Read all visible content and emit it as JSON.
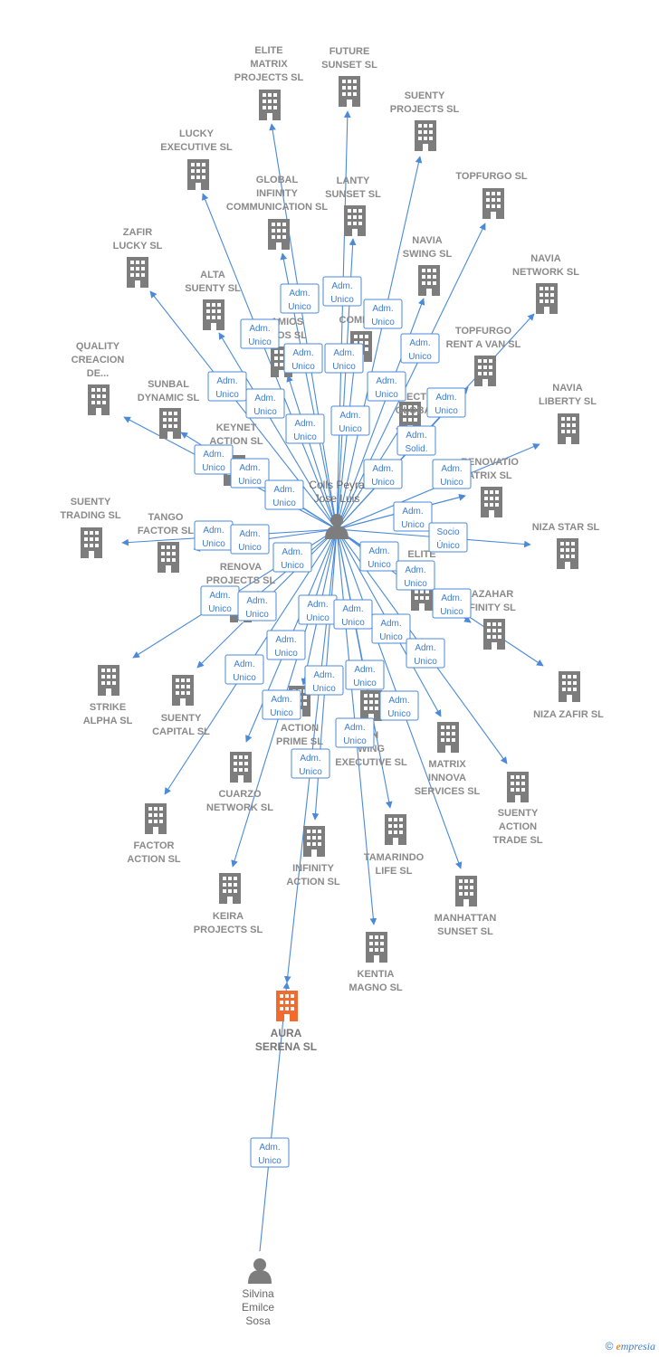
{
  "colors": {
    "building": "#7d7d7d",
    "highlight": "#f26a2e",
    "edge": "#4a8ad8",
    "badge_text": "#3b7dd1"
  },
  "people": [
    {
      "id": "colls",
      "label": [
        "Colls Peyra",
        "Jose Luis"
      ]
    },
    {
      "id": "silvina",
      "label": [
        "Silvina",
        "Emilce",
        "Sosa"
      ]
    }
  ],
  "companies": [
    {
      "id": "elite_matrix",
      "label": [
        "ELITE",
        "MATRIX",
        "PROJECTS SL"
      ]
    },
    {
      "id": "future_sunset",
      "label": [
        "FUTURE",
        "SUNSET SL"
      ]
    },
    {
      "id": "suenty_projects",
      "label": [
        "SUENTY",
        "PROJECTS SL"
      ]
    },
    {
      "id": "lucky_exec",
      "label": [
        "LUCKY",
        "EXECUTIVE SL"
      ]
    },
    {
      "id": "global_inf",
      "label": [
        "GLOBAL",
        "INFINITY",
        "COMMUNICATION SL"
      ]
    },
    {
      "id": "lanty",
      "label": [
        "LANTY",
        "SUNSET SL"
      ]
    },
    {
      "id": "topfurgo",
      "label": [
        "TOPFURGO SL"
      ]
    },
    {
      "id": "zafir_lucky",
      "label": [
        "ZAFIR",
        "LUCKY SL"
      ]
    },
    {
      "id": "navia_swing",
      "label": [
        "NAVIA",
        "SWING SL"
      ]
    },
    {
      "id": "navia_network",
      "label": [
        "NAVIA",
        "NETWORK SL"
      ]
    },
    {
      "id": "alta_suenty",
      "label": [
        "ALTA",
        "SUENTY SL"
      ]
    },
    {
      "id": "dinamicos",
      "label": [
        "A",
        "AMIOS",
        "ICOS SL"
      ]
    },
    {
      "id": "comercial",
      "label": [
        "COME"
      ]
    },
    {
      "id": "topfurgo_rent",
      "label": [
        "TOPFURGO",
        "RENT A VAN SL"
      ]
    },
    {
      "id": "quality",
      "label": [
        "QUALITY",
        "CREACION",
        "DE..."
      ]
    },
    {
      "id": "sunbal",
      "label": [
        "SUNBAL",
        "DYNAMIC SL"
      ]
    },
    {
      "id": "electra_global",
      "label": [
        "ECT",
        "GLOBAL"
      ]
    },
    {
      "id": "navia_liberty",
      "label": [
        "NAVIA",
        "LIBERTY SL"
      ]
    },
    {
      "id": "keynet",
      "label": [
        "KEYNET",
        "ACTION SL"
      ]
    },
    {
      "id": "renovatio",
      "label": [
        "RENOVATIO",
        "ATRIX SL"
      ]
    },
    {
      "id": "suenty_trading",
      "label": [
        "SUENTY",
        "TRADING SL"
      ]
    },
    {
      "id": "tango",
      "label": [
        "TANGO",
        "FACTOR SL"
      ]
    },
    {
      "id": "niza_star",
      "label": [
        "NIZA STAR SL"
      ]
    },
    {
      "id": "renova",
      "label": [
        "RENOVA",
        "PROJECTS SL"
      ]
    },
    {
      "id": "elite2",
      "label": [
        "ELITE",
        "SL"
      ]
    },
    {
      "id": "azahar",
      "label": [
        "AZAHAR",
        "FINITY SL"
      ]
    },
    {
      "id": "strike",
      "label": [
        "STRIKE",
        "ALPHA SL"
      ]
    },
    {
      "id": "suenty_capital",
      "label": [
        "SUENTY",
        "CAPITAL SL"
      ]
    },
    {
      "id": "niza_zafir",
      "label": [
        "NIZA ZAFIR SL"
      ]
    },
    {
      "id": "action_prime",
      "label": [
        "ACTION",
        "PRIME SL"
      ]
    },
    {
      "id": "swing_exec",
      "label": [
        "ON",
        "WING",
        "EXECUTIVE SL"
      ]
    },
    {
      "id": "matrix_innova",
      "label": [
        "MATRIX",
        "INNOVA",
        "SERVICES SL"
      ]
    },
    {
      "id": "cuarzo",
      "label": [
        "CUARZO",
        "NETWORK SL"
      ]
    },
    {
      "id": "suenty_action",
      "label": [
        "SUENTY",
        "ACTION",
        "TRADE SL"
      ]
    },
    {
      "id": "factor_action",
      "label": [
        "FACTOR",
        "ACTION SL"
      ]
    },
    {
      "id": "infinity_action",
      "label": [
        "INFINITY",
        "ACTION SL"
      ]
    },
    {
      "id": "tamarindo",
      "label": [
        "TAMARINDO",
        "LIFE SL"
      ]
    },
    {
      "id": "keira",
      "label": [
        "KEIRA",
        "PROJECTS SL"
      ]
    },
    {
      "id": "manhattan",
      "label": [
        "MANHATTAN",
        "SUNSET SL"
      ]
    },
    {
      "id": "kentia",
      "label": [
        "KENTIA",
        "MAGNO SL"
      ]
    },
    {
      "id": "aura",
      "label": [
        "AURA",
        "SERENA  SL"
      ],
      "highlight": true
    }
  ],
  "badges": [
    {
      "id": "b01",
      "lines": [
        "Adm.",
        "Unico"
      ]
    },
    {
      "id": "b02",
      "lines": [
        "Adm.",
        "Unico"
      ]
    },
    {
      "id": "b03",
      "lines": [
        "Adm.",
        "Unico"
      ]
    },
    {
      "id": "b04",
      "lines": [
        "Adm.",
        "Unico"
      ]
    },
    {
      "id": "b05",
      "lines": [
        "Adm.",
        "Unico"
      ]
    },
    {
      "id": "b06",
      "lines": [
        "Adm.",
        "Unico"
      ]
    },
    {
      "id": "b07",
      "lines": [
        "Adm.",
        "Unico"
      ]
    },
    {
      "id": "b08",
      "lines": [
        "Adm.",
        "Unico"
      ]
    },
    {
      "id": "b09",
      "lines": [
        "Adm.",
        "Unico"
      ]
    },
    {
      "id": "b10",
      "lines": [
        "Adm.",
        "Unico"
      ]
    },
    {
      "id": "b11",
      "lines": [
        "Adm.",
        "Unico"
      ]
    },
    {
      "id": "b12",
      "lines": [
        "Adm.",
        "Unico"
      ]
    },
    {
      "id": "b13",
      "lines": [
        "Adm.",
        "Unico"
      ]
    },
    {
      "id": "b14",
      "lines": [
        "Adm.",
        "Unico"
      ]
    },
    {
      "id": "b15",
      "lines": [
        "Adm.",
        "Solid."
      ]
    },
    {
      "id": "b16",
      "lines": [
        "Adm.",
        "Unico"
      ]
    },
    {
      "id": "b17",
      "lines": [
        "Adm.",
        "Unico"
      ]
    },
    {
      "id": "b18",
      "lines": [
        "Adm.",
        "Unico"
      ]
    },
    {
      "id": "b19",
      "lines": [
        "Adm.",
        "Unico"
      ]
    },
    {
      "id": "b20",
      "lines": [
        "Adm.",
        "Unico"
      ]
    },
    {
      "id": "b21",
      "lines": [
        "Adm.",
        "Unico"
      ]
    },
    {
      "id": "b22",
      "lines": [
        "Adm.",
        "Unico"
      ]
    },
    {
      "id": "b23",
      "lines": [
        "Adm.",
        "Unico"
      ]
    },
    {
      "id": "b24",
      "lines": [
        "Socio",
        "Único"
      ]
    },
    {
      "id": "b25",
      "lines": [
        "Adm.",
        "Unico"
      ]
    },
    {
      "id": "b26",
      "lines": [
        "Adm.",
        "Unico"
      ]
    },
    {
      "id": "b27",
      "lines": [
        "Adm.",
        "Unico"
      ]
    },
    {
      "id": "b28",
      "lines": [
        "Adm.",
        "Unico"
      ]
    },
    {
      "id": "b29",
      "lines": [
        "Adm.",
        "Unico"
      ]
    },
    {
      "id": "b30",
      "lines": [
        "Adm.",
        "Unico"
      ]
    },
    {
      "id": "b31",
      "lines": [
        "Adm.",
        "Unico"
      ]
    },
    {
      "id": "b32",
      "lines": [
        "Adm.",
        "Unico"
      ]
    },
    {
      "id": "b33",
      "lines": [
        "Adm.",
        "Unico"
      ]
    },
    {
      "id": "b34",
      "lines": [
        "Adm.",
        "Unico"
      ]
    },
    {
      "id": "b35",
      "lines": [
        "Adm.",
        "Unico"
      ]
    },
    {
      "id": "b36",
      "lines": [
        "Adm.",
        "Unico"
      ]
    },
    {
      "id": "b37",
      "lines": [
        "Adm.",
        "Unico"
      ]
    },
    {
      "id": "b38",
      "lines": [
        "Adm.",
        "Unico"
      ]
    },
    {
      "id": "b39",
      "lines": [
        "Adm.",
        "Unico"
      ]
    },
    {
      "id": "b40",
      "lines": [
        "Adm.",
        "Unico"
      ]
    },
    {
      "id": "b41",
      "lines": [
        "Adm.",
        "Unico"
      ]
    },
    {
      "id": "b42",
      "lines": [
        "Adm.",
        "Unico"
      ]
    }
  ],
  "footer": {
    "copyright": "©",
    "brand_initial": "e",
    "brand_rest": "mpresia"
  }
}
